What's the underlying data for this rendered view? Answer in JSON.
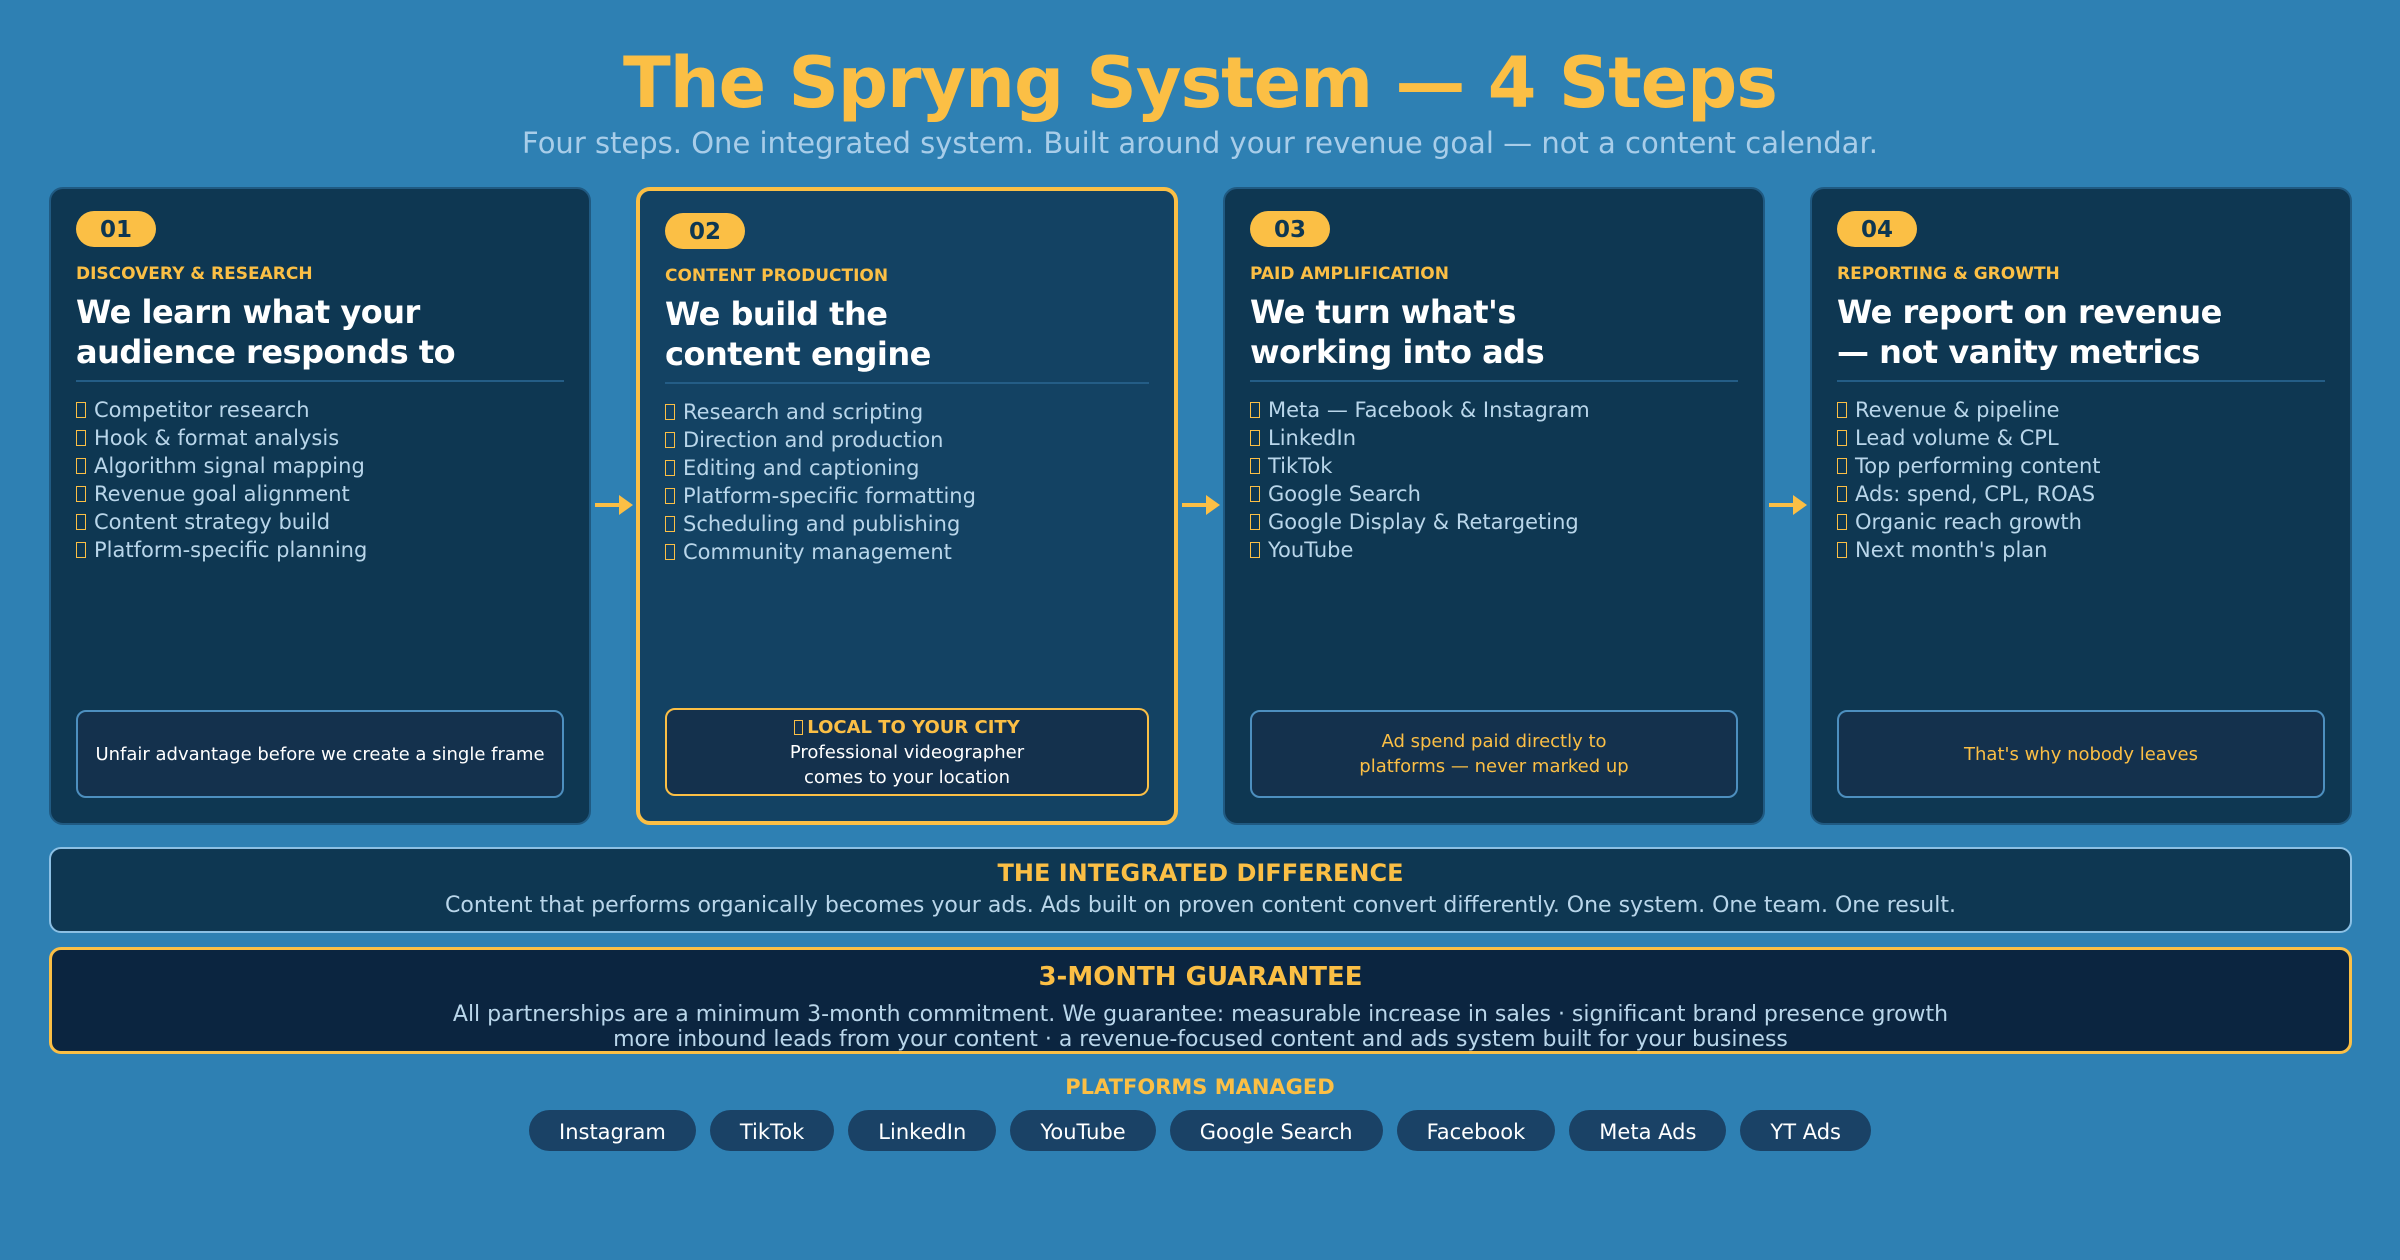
{
  "title": "The Spryng System — 4 Steps",
  "subtitle": "Four steps. One integrated system. Built around your revenue goal — not a content calendar.",
  "steps": [
    {
      "number": "01",
      "label": "DISCOVERY & RESEARCH",
      "heading_1": "We learn what your",
      "heading_2": "audience responds to",
      "items": [
        "Competitor research",
        "Hook & format analysis",
        "Algorithm signal mapping",
        "Revenue goal alignment",
        "Content strategy build",
        "Platform-specific planning"
      ],
      "callout": "Unfair advantage before we create a single frame"
    },
    {
      "number": "02",
      "label": "CONTENT PRODUCTION",
      "heading_1": "We build the",
      "heading_2": "content engine",
      "items": [
        "Research and scripting",
        "Direction and production",
        "Editing and captioning",
        "Platform-specific formatting",
        "Scheduling and publishing",
        "Community management"
      ],
      "callout_badge": "LOCAL TO YOUR CITY",
      "callout_1": "Professional videographer",
      "callout_2": "comes to your location"
    },
    {
      "number": "03",
      "label": "PAID AMPLIFICATION",
      "heading_1": "We turn what's",
      "heading_2": "working into ads",
      "items": [
        "Meta — Facebook & Instagram",
        "LinkedIn",
        "TikTok",
        "Google Search",
        "Google Display & Retargeting",
        "YouTube"
      ],
      "callout_1": "Ad spend paid directly to",
      "callout_2": "platforms — never marked up"
    },
    {
      "number": "04",
      "label": "REPORTING & GROWTH",
      "heading_1": "We report on revenue",
      "heading_2": "— not vanity metrics",
      "items": [
        "Revenue & pipeline",
        "Lead volume & CPL",
        "Top performing content",
        "Ads: spend, CPL, ROAS",
        "Organic reach growth",
        "Next month's plan"
      ],
      "callout": "That's why nobody leaves"
    }
  ],
  "integrated": {
    "heading": "THE INTEGRATED DIFFERENCE",
    "text": "Content that performs organically becomes your ads. Ads built on proven content convert differently. One system. One team. One result."
  },
  "guarantee": {
    "heading": "3-MONTH GUARANTEE",
    "line_1": "All partnerships are a minimum 3-month commitment. We guarantee: measurable increase in sales · significant brand presence growth",
    "line_2": "more inbound leads from your content · a revenue-focused content and ads system built for your business"
  },
  "platforms": {
    "label": "PLATFORMS MANAGED",
    "items": [
      "Instagram",
      "TikTok",
      "LinkedIn",
      "YouTube",
      "Google Search",
      "Facebook",
      "Meta Ads",
      "YT Ads"
    ]
  },
  "colors": {
    "background": "#2e80b3",
    "accent": "#fbbf45",
    "card": "#0e3752"
  }
}
